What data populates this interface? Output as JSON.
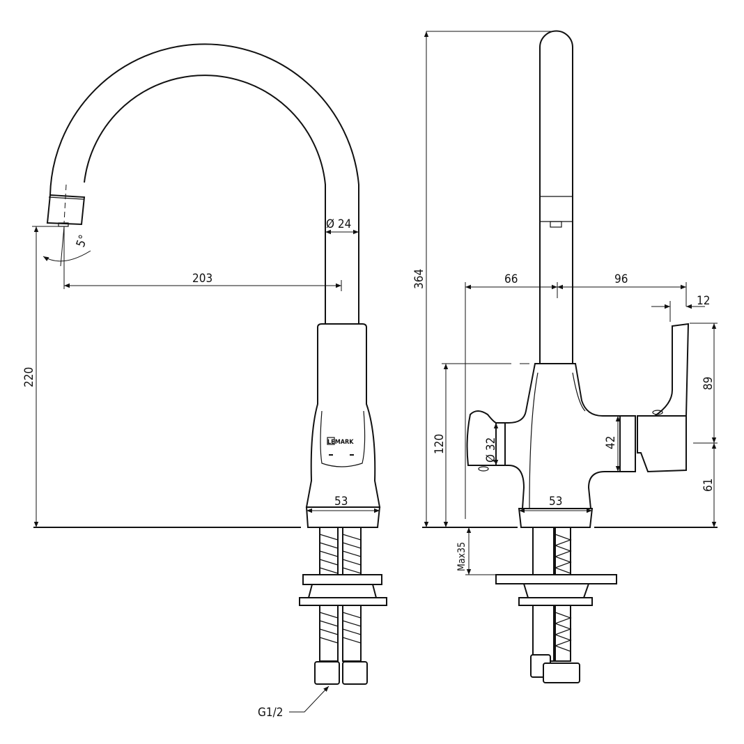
{
  "brand_logo": "LEMARK",
  "side_view": {
    "spout_diameter": "Ø 24",
    "reach": "203",
    "spout_height": "220",
    "aerator_angle": "5°",
    "base_width": "53",
    "connection_thread": "G1/2"
  },
  "front_view": {
    "total_height": "364",
    "left_offset": "66",
    "right_offset": "96",
    "handle_overhang": "12",
    "handle_height": "89",
    "body_height": "120",
    "knob_diameter": "Ø 32",
    "cartridge_height": "42",
    "handle_base_height": "61",
    "base_width": "53",
    "max_countertop": "Max35"
  }
}
